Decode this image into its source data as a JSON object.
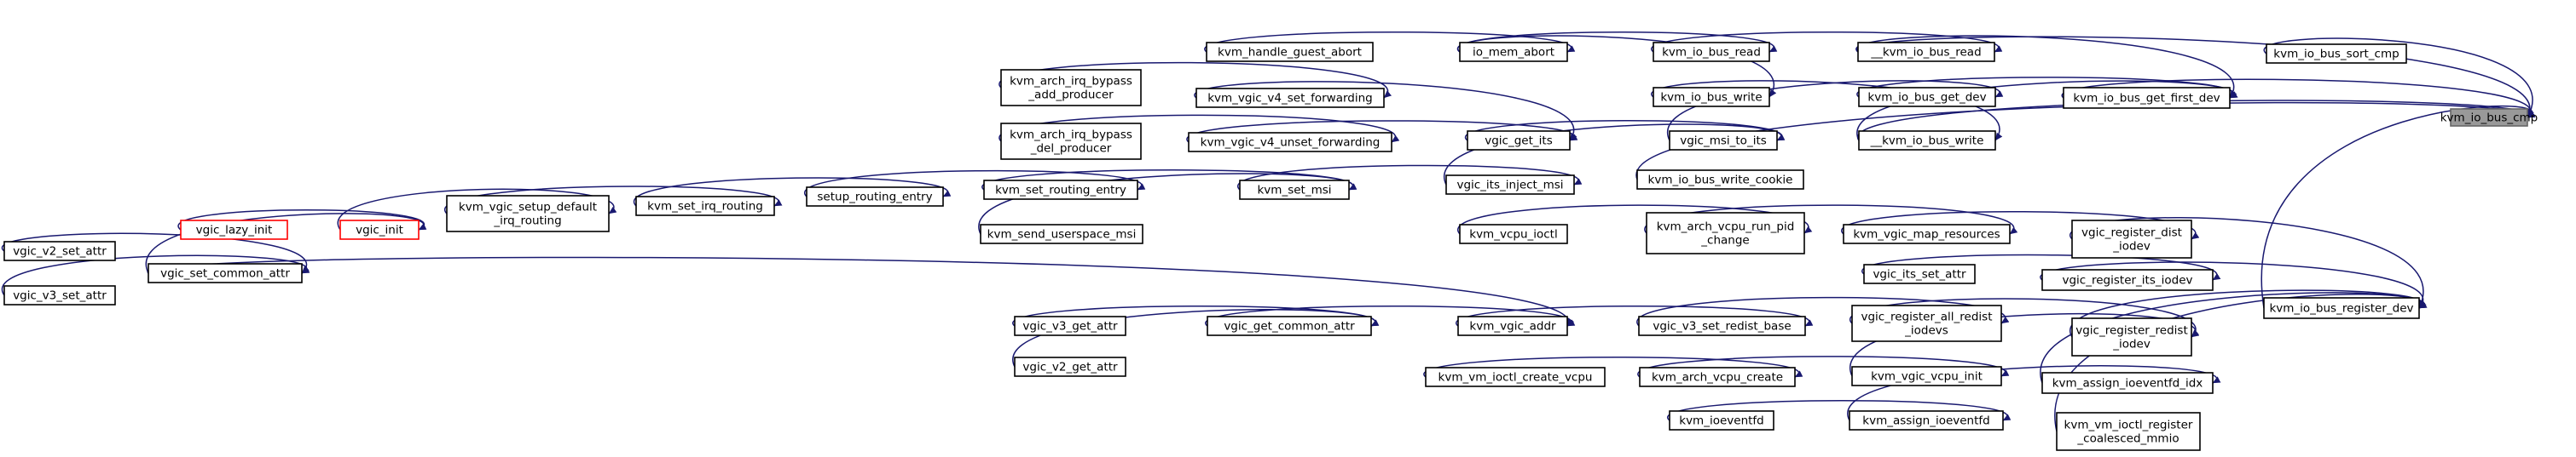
{
  "diagram": {
    "colors": {
      "edge": "#191970",
      "node_border": "#000000",
      "truncated_node_border": "#ff0000",
      "target_node_fill": "#999999",
      "background": "#ffffff"
    },
    "nodes": [
      {
        "id": "kvm_io_bus_cmp",
        "lines": [
          "kvm_io_bus_cmp"
        ],
        "target": true
      },
      {
        "id": "kvm_io_bus_sort_cmp",
        "lines": [
          "kvm_io_bus_sort_cmp"
        ]
      },
      {
        "id": "kvm_io_bus_get_first_dev",
        "lines": [
          "kvm_io_bus_get_first_dev"
        ]
      },
      {
        "id": "__kvm_io_bus_read",
        "lines": [
          "__kvm_io_bus_read"
        ]
      },
      {
        "id": "kvm_io_bus_get_dev",
        "lines": [
          "kvm_io_bus_get_dev"
        ]
      },
      {
        "id": "__kvm_io_bus_write",
        "lines": [
          "__kvm_io_bus_write"
        ]
      },
      {
        "id": "kvm_io_bus_write_cookie",
        "lines": [
          "kvm_io_bus_write_cookie"
        ]
      },
      {
        "id": "kvm_io_bus_read",
        "lines": [
          "kvm_io_bus_read"
        ]
      },
      {
        "id": "kvm_io_bus_write",
        "lines": [
          "kvm_io_bus_write"
        ]
      },
      {
        "id": "io_mem_abort",
        "lines": [
          "io_mem_abort"
        ]
      },
      {
        "id": "kvm_handle_guest_abort",
        "lines": [
          "kvm_handle_guest_abort"
        ]
      },
      {
        "id": "vgic_msi_to_its",
        "lines": [
          "vgic_msi_to_its"
        ]
      },
      {
        "id": "vgic_get_its",
        "lines": [
          "vgic_get_its"
        ]
      },
      {
        "id": "vgic_its_inject_msi",
        "lines": [
          "vgic_its_inject_msi"
        ]
      },
      {
        "id": "kvm_vgic_v4_set_forwarding",
        "lines": [
          "kvm_vgic_v4_set_forwarding"
        ]
      },
      {
        "id": "kvm_vgic_v4_unset_forwarding",
        "lines": [
          "kvm_vgic_v4_unset_forwarding"
        ]
      },
      {
        "id": "kvm_arch_irq_bypass_add_producer",
        "lines": [
          "kvm_arch_irq_bypass",
          "_add_producer"
        ]
      },
      {
        "id": "kvm_arch_irq_bypass_del_producer",
        "lines": [
          "kvm_arch_irq_bypass",
          "_del_producer"
        ]
      },
      {
        "id": "kvm_set_msi",
        "lines": [
          "kvm_set_msi"
        ]
      },
      {
        "id": "kvm_set_routing_entry",
        "lines": [
          "kvm_set_routing_entry"
        ]
      },
      {
        "id": "kvm_send_userspace_msi",
        "lines": [
          "kvm_send_userspace_msi"
        ]
      },
      {
        "id": "setup_routing_entry",
        "lines": [
          "setup_routing_entry"
        ]
      },
      {
        "id": "kvm_set_irq_routing",
        "lines": [
          "kvm_set_irq_routing"
        ]
      },
      {
        "id": "kvm_vgic_setup_default_irq_routing",
        "lines": [
          "kvm_vgic_setup_default",
          "_irq_routing"
        ]
      },
      {
        "id": "vgic_init",
        "lines": [
          "vgic_init"
        ],
        "truncated": true
      },
      {
        "id": "vgic_lazy_init",
        "lines": [
          "vgic_lazy_init"
        ],
        "truncated": true
      },
      {
        "id": "vgic_set_common_attr",
        "lines": [
          "vgic_set_common_attr"
        ]
      },
      {
        "id": "vgic_v2_set_attr",
        "lines": [
          "vgic_v2_set_attr"
        ]
      },
      {
        "id": "vgic_v3_set_attr",
        "lines": [
          "vgic_v3_set_attr"
        ]
      },
      {
        "id": "kvm_io_bus_register_dev",
        "lines": [
          "kvm_io_bus_register_dev"
        ]
      },
      {
        "id": "vgic_register_dist_iodev",
        "lines": [
          "vgic_register_dist",
          "_iodev"
        ]
      },
      {
        "id": "vgic_register_its_iodev",
        "lines": [
          "vgic_register_its_iodev"
        ]
      },
      {
        "id": "vgic_register_redist_iodev",
        "lines": [
          "vgic_register_redist",
          "_iodev"
        ]
      },
      {
        "id": "kvm_assign_ioeventfd_idx",
        "lines": [
          "kvm_assign_ioeventfd_idx"
        ]
      },
      {
        "id": "kvm_vm_ioctl_register_coalesced_mmio",
        "lines": [
          "kvm_vm_ioctl_register",
          "_coalesced_mmio"
        ]
      },
      {
        "id": "kvm_vgic_map_resources",
        "lines": [
          "kvm_vgic_map_resources"
        ]
      },
      {
        "id": "kvm_arch_vcpu_run_pid_change",
        "lines": [
          "kvm_arch_vcpu_run_pid",
          "_change"
        ]
      },
      {
        "id": "kvm_vcpu_ioctl",
        "lines": [
          "kvm_vcpu_ioctl"
        ]
      },
      {
        "id": "vgic_its_set_attr",
        "lines": [
          "vgic_its_set_attr"
        ]
      },
      {
        "id": "vgic_register_all_redist_iodevs",
        "lines": [
          "vgic_register_all_redist",
          "_iodevs"
        ]
      },
      {
        "id": "vgic_v3_set_redist_base",
        "lines": [
          "vgic_v3_set_redist_base"
        ]
      },
      {
        "id": "kvm_vgic_addr",
        "lines": [
          "kvm_vgic_addr"
        ]
      },
      {
        "id": "vgic_get_common_attr",
        "lines": [
          "vgic_get_common_attr"
        ]
      },
      {
        "id": "vgic_v3_get_attr",
        "lines": [
          "vgic_v3_get_attr"
        ]
      },
      {
        "id": "vgic_v2_get_attr",
        "lines": [
          "vgic_v2_get_attr"
        ]
      },
      {
        "id": "kvm_vgic_vcpu_init",
        "lines": [
          "kvm_vgic_vcpu_init"
        ]
      },
      {
        "id": "kvm_arch_vcpu_create",
        "lines": [
          "kvm_arch_vcpu_create"
        ]
      },
      {
        "id": "kvm_vm_ioctl_create_vcpu",
        "lines": [
          "kvm_vm_ioctl_create_vcpu"
        ]
      },
      {
        "id": "kvm_assign_ioeventfd",
        "lines": [
          "kvm_assign_ioeventfd"
        ]
      },
      {
        "id": "kvm_ioeventfd",
        "lines": [
          "kvm_ioeventfd"
        ]
      }
    ],
    "edges": [
      [
        "kvm_io_bus_sort_cmp",
        "kvm_io_bus_cmp"
      ],
      [
        "kvm_io_bus_get_first_dev",
        "kvm_io_bus_cmp"
      ],
      [
        "__kvm_io_bus_read",
        "kvm_io_bus_cmp"
      ],
      [
        "__kvm_io_bus_write",
        "kvm_io_bus_cmp"
      ],
      [
        "kvm_io_bus_write_cookie",
        "kvm_io_bus_cmp"
      ],
      [
        "kvm_io_bus_register_dev",
        "kvm_io_bus_cmp"
      ],
      [
        "__kvm_io_bus_read",
        "kvm_io_bus_get_first_dev"
      ],
      [
        "kvm_io_bus_get_dev",
        "kvm_io_bus_get_first_dev"
      ],
      [
        "__kvm_io_bus_write",
        "kvm_io_bus_get_first_dev"
      ],
      [
        "kvm_io_bus_read",
        "__kvm_io_bus_read"
      ],
      [
        "kvm_io_bus_write",
        "__kvm_io_bus_write"
      ],
      [
        "vgic_msi_to_its",
        "kvm_io_bus_get_dev"
      ],
      [
        "io_mem_abort",
        "kvm_io_bus_read"
      ],
      [
        "io_mem_abort",
        "kvm_io_bus_write"
      ],
      [
        "kvm_handle_guest_abort",
        "io_mem_abort"
      ],
      [
        "vgic_get_its",
        "vgic_msi_to_its"
      ],
      [
        "vgic_its_inject_msi",
        "vgic_msi_to_its"
      ],
      [
        "kvm_vgic_v4_set_forwarding",
        "vgic_get_its"
      ],
      [
        "kvm_vgic_v4_unset_forwarding",
        "vgic_get_its"
      ],
      [
        "kvm_set_msi",
        "vgic_its_inject_msi"
      ],
      [
        "kvm_arch_irq_bypass_add_producer",
        "kvm_vgic_v4_set_forwarding"
      ],
      [
        "kvm_arch_irq_bypass_del_producer",
        "kvm_vgic_v4_unset_forwarding"
      ],
      [
        "kvm_set_routing_entry",
        "kvm_set_msi"
      ],
      [
        "kvm_send_userspace_msi",
        "kvm_set_msi"
      ],
      [
        "setup_routing_entry",
        "kvm_set_routing_entry"
      ],
      [
        "kvm_set_irq_routing",
        "setup_routing_entry"
      ],
      [
        "kvm_vgic_setup_default_irq_routing",
        "kvm_set_irq_routing"
      ],
      [
        "vgic_init",
        "kvm_vgic_setup_default_irq_routing"
      ],
      [
        "vgic_lazy_init",
        "vgic_init"
      ],
      [
        "vgic_set_common_attr",
        "vgic_init"
      ],
      [
        "vgic_v2_set_attr",
        "vgic_set_common_attr"
      ],
      [
        "vgic_v3_set_attr",
        "vgic_set_common_attr"
      ],
      [
        "vgic_set_common_attr",
        "kvm_vgic_addr"
      ],
      [
        "vgic_register_dist_iodev",
        "kvm_io_bus_register_dev"
      ],
      [
        "vgic_register_its_iodev",
        "kvm_io_bus_register_dev"
      ],
      [
        "vgic_register_redist_iodev",
        "kvm_io_bus_register_dev"
      ],
      [
        "kvm_assign_ioeventfd_idx",
        "kvm_io_bus_register_dev"
      ],
      [
        "kvm_vm_ioctl_register_coalesced_mmio",
        "kvm_io_bus_register_dev"
      ],
      [
        "kvm_vgic_map_resources",
        "vgic_register_dist_iodev"
      ],
      [
        "kvm_arch_vcpu_run_pid_change",
        "kvm_vgic_map_resources"
      ],
      [
        "kvm_vcpu_ioctl",
        "kvm_arch_vcpu_run_pid_change"
      ],
      [
        "vgic_its_set_attr",
        "vgic_register_its_iodev"
      ],
      [
        "vgic_register_all_redist_iodevs",
        "vgic_register_redist_iodev"
      ],
      [
        "kvm_vgic_vcpu_init",
        "vgic_register_redist_iodev"
      ],
      [
        "vgic_v3_set_redist_base",
        "vgic_register_all_redist_iodevs"
      ],
      [
        "kvm_vgic_addr",
        "vgic_v3_set_redist_base"
      ],
      [
        "vgic_get_common_attr",
        "kvm_vgic_addr"
      ],
      [
        "vgic_v3_get_attr",
        "vgic_get_common_attr"
      ],
      [
        "vgic_v2_get_attr",
        "vgic_get_common_attr"
      ],
      [
        "kvm_arch_vcpu_create",
        "kvm_vgic_vcpu_init"
      ],
      [
        "kvm_vm_ioctl_create_vcpu",
        "kvm_arch_vcpu_create"
      ],
      [
        "kvm_assign_ioeventfd",
        "kvm_assign_ioeventfd_idx"
      ],
      [
        "kvm_ioeventfd",
        "kvm_assign_ioeventfd"
      ]
    ]
  }
}
